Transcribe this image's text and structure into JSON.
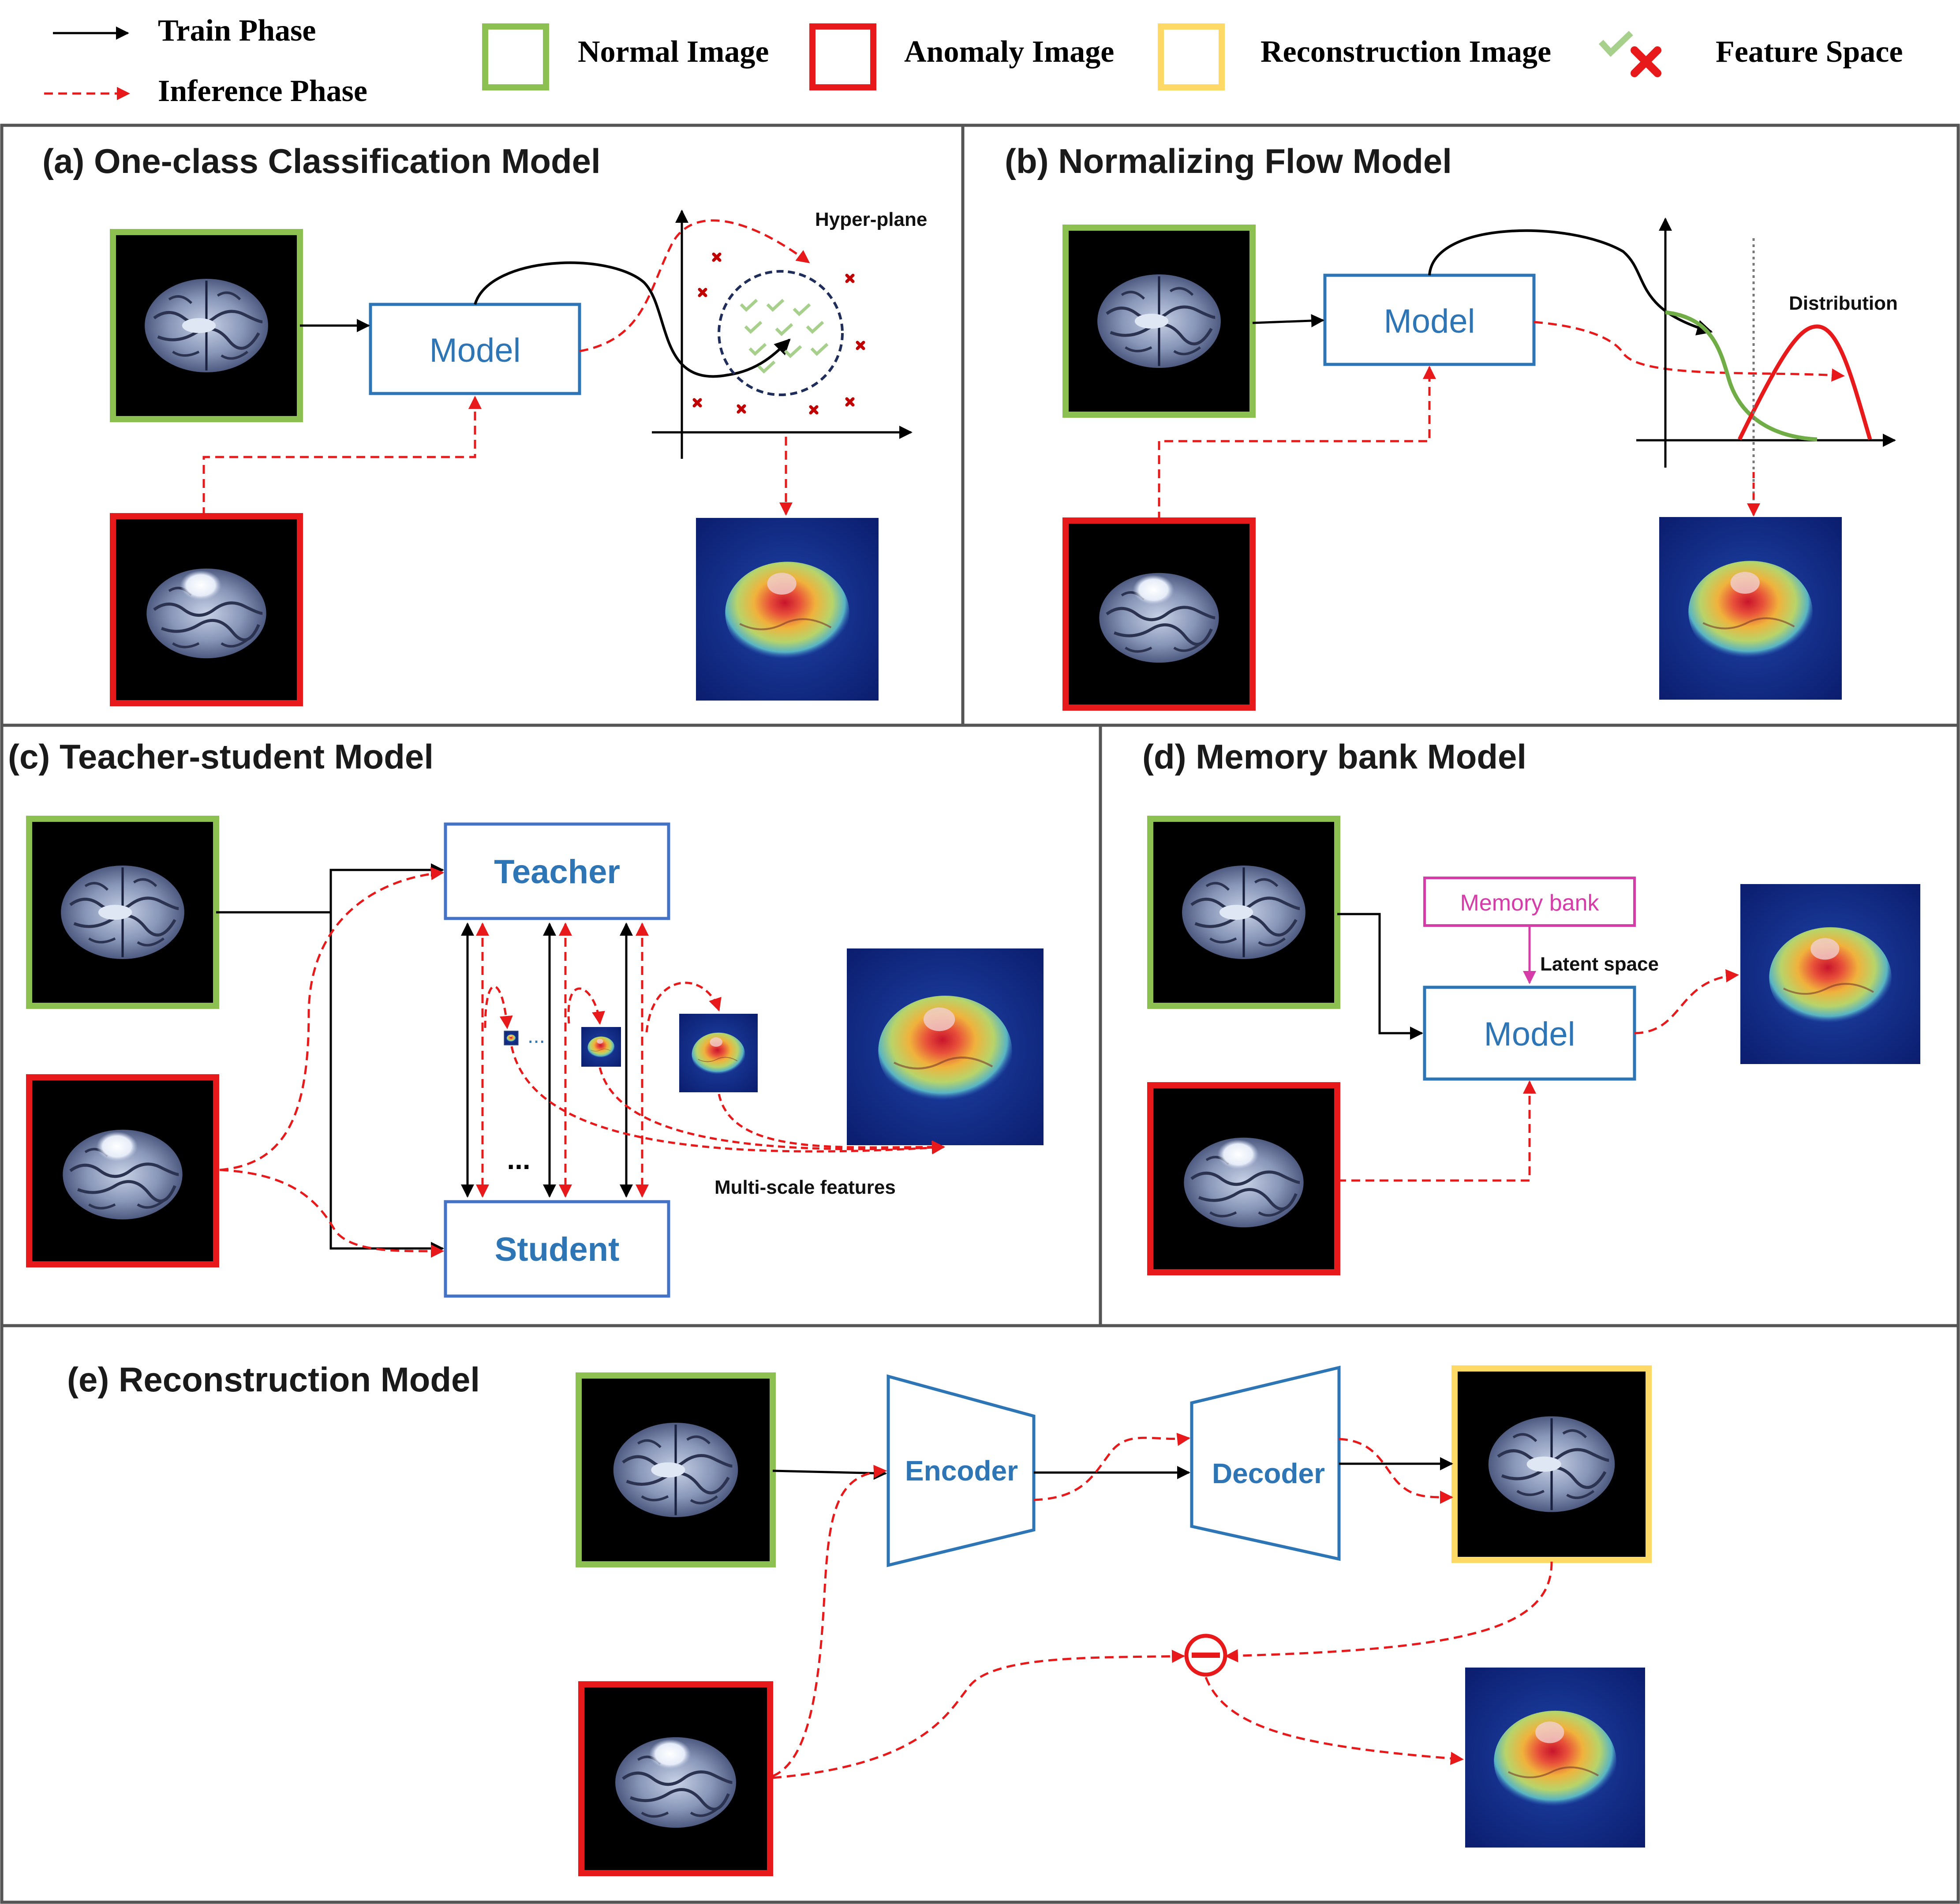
{
  "legend": {
    "train_phase": "Train Phase",
    "inference_phase": "Inference Phase",
    "normal_image": "Normal Image",
    "anomaly_image": "Anomaly Image",
    "reconstruction_image": "Reconstruction Image",
    "feature_space": "Feature Space"
  },
  "panels": {
    "a": {
      "title": "(a) One-class Classification Model",
      "model": "Model",
      "hyperplane": "Hyper-plane"
    },
    "b": {
      "title": "(b) Normalizing Flow  Model",
      "model": "Model",
      "distribution": "Distribution"
    },
    "c": {
      "title": "(c) Teacher-student Model",
      "teacher": "Teacher",
      "student": "Student",
      "ellipsis_small": "...",
      "ellipsis_mid": "...",
      "multiscale": "Multi-scale features"
    },
    "d": {
      "title": "(d) Memory bank Model",
      "memory_bank": "Memory bank",
      "latent_space": "Latent  space",
      "model": "Model"
    },
    "e": {
      "title": "(e) Reconstruction Model",
      "encoder": "Encoder",
      "decoder": "Decoder"
    }
  },
  "colors": {
    "normal": "#8cc152",
    "anomaly": "#e8191a",
    "reconstruction": "#ffd966",
    "box": "#2e75b6",
    "memory_bank": "#d63ca8",
    "panel_border": "#555555",
    "train_arrow": "#000000",
    "inference_arrow": "#e8191a"
  }
}
